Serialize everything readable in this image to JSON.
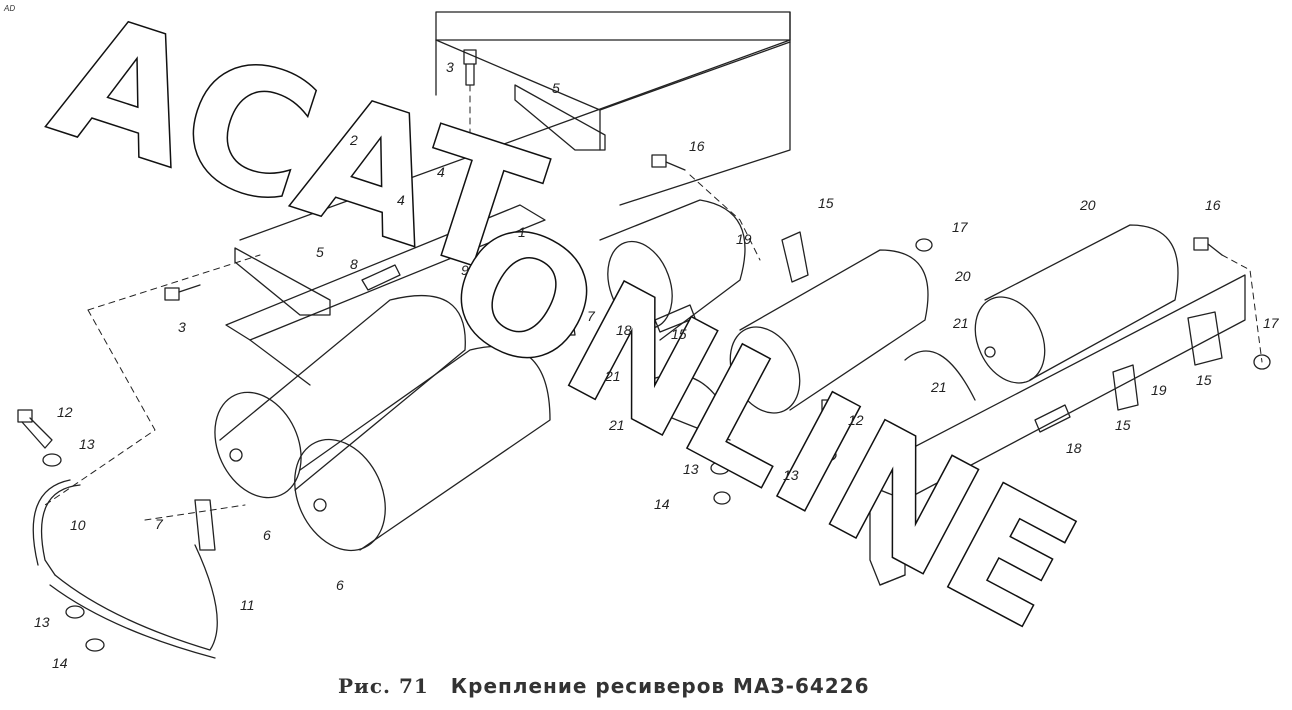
{
  "corner_mark": "AD",
  "caption": {
    "figure": "Рис. 71",
    "text": "Крепление ресиверов МАЗ-64226"
  },
  "watermark": {
    "part1": "ACAT",
    "part2": "ONLINE"
  },
  "part_labels": [
    "1",
    "2",
    "3",
    "4",
    "5",
    "6",
    "7",
    "8",
    "9",
    "10",
    "11",
    "12",
    "13",
    "14",
    "15",
    "16",
    "17",
    "18",
    "19",
    "20",
    "21"
  ]
}
